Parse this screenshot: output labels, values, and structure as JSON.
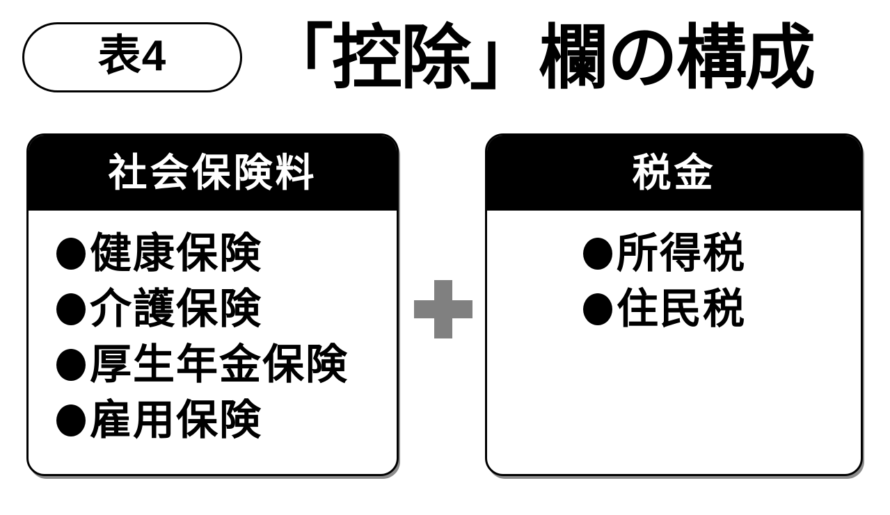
{
  "figure": {
    "badge": "表4",
    "title": "「控除」欄の構成"
  },
  "boxes": {
    "left": {
      "header": "社会保険料",
      "items": [
        "健康保険",
        "介護保険",
        "厚生年金保険",
        "雇用保険"
      ]
    },
    "right": {
      "header": "税金",
      "items": [
        "所得税",
        "住民税"
      ]
    }
  },
  "operator": {
    "symbol": "plus",
    "color": "#808080"
  },
  "colors": {
    "background": "#ffffff",
    "box_border": "#000000",
    "box_header_bg": "#000000",
    "box_header_text": "#ffffff",
    "text": "#000000",
    "shadow": "#8c8c8c"
  }
}
